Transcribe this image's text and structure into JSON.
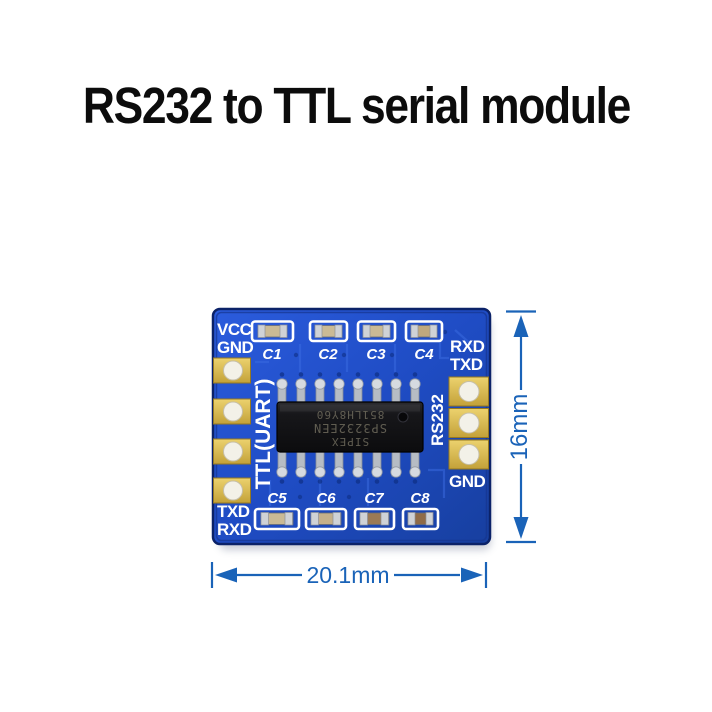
{
  "title": "RS232 to TTL serial module",
  "board": {
    "silkscreen": {
      "top_left": [
        "VCC",
        "GND"
      ],
      "bottom_left": [
        "TXD",
        "RXD"
      ],
      "top_right": [
        "RXD",
        "TXD"
      ],
      "bottom_right": "GND",
      "ttl_side_label": "TTL(UART)",
      "rs232_side_label": "RS232",
      "top_capacitor_labels": [
        "C1",
        "C2",
        "C3",
        "C4"
      ],
      "bottom_capacitor_labels": [
        "C5",
        "C6",
        "C7",
        "C8"
      ]
    },
    "ic_markings": {
      "line1": "SIPEX",
      "line2": "SP3232EEN",
      "line3": "851LH8Y60"
    },
    "colors": {
      "solder_mask": "#1e4cc2",
      "pad_gold": "#d9bd55",
      "silkscreen": "#ffffff",
      "ic_body": "#141417",
      "dimension_blue": "#1a63b8"
    }
  },
  "dimension_annotations": {
    "width": "20.1mm",
    "height": "16mm"
  }
}
